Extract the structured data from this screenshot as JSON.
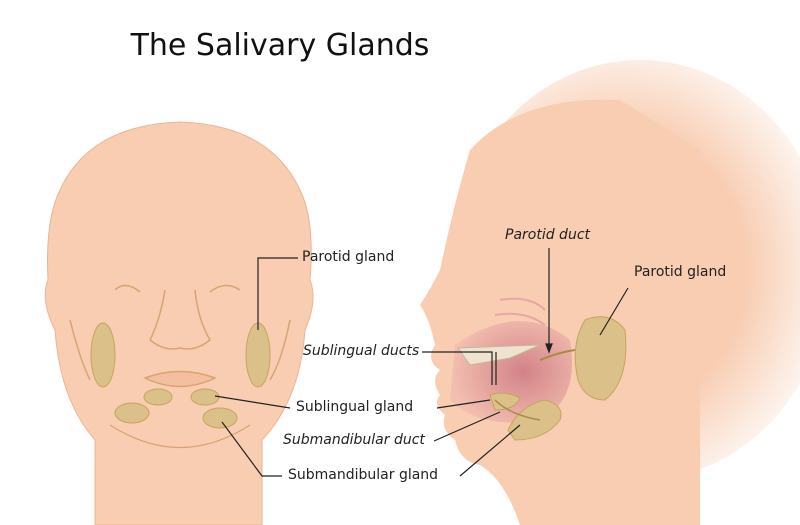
{
  "title": "The Salivary Glands",
  "colors": {
    "skin": "#f8cdb2",
    "gland": "#dcc08a",
    "gland_outline": "#c6a460",
    "line": "#222222",
    "mouth": "#d98b94"
  },
  "front_view": {
    "labels": {
      "parotid_gland": "Parotid gland",
      "sublingual_gland": "Sublingual gland",
      "submandibular_gland": "Submandibular gland"
    }
  },
  "side_view": {
    "labels": {
      "parotid_duct": "Parotid duct",
      "parotid_gland": "Parotid gland",
      "sublingual_ducts": "Sublingual ducts",
      "submandibular_duct": "Submandibular duct"
    }
  }
}
